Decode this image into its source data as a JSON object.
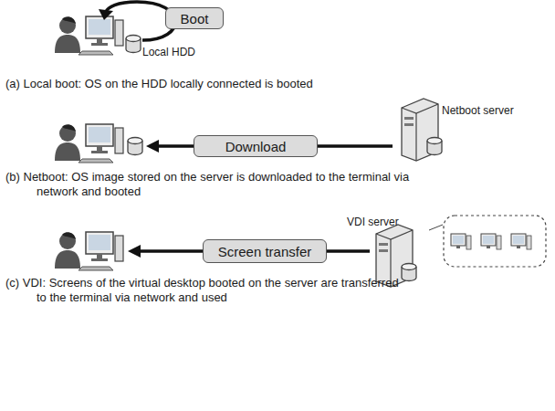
{
  "diagram": {
    "nodes": [
      {
        "text": [
          "Boot"
        ]
      },
      {
        "text": [
          "Download"
        ]
      },
      {
        "text": [
          "Screen transfer"
        ]
      }
    ],
    "labels": [
      "Local HDD",
      "(a) Local boot: OS on the HDD locally connected is booted",
      "Netboot server",
      "(b) Netboot: OS image stored on the server is downloaded to the terminal via network and booted",
      "VDI server",
      "(c) VDI: Screens of the virtual desktop booted on the server are transferred to the terminal via network and used"
    ]
  }
}
